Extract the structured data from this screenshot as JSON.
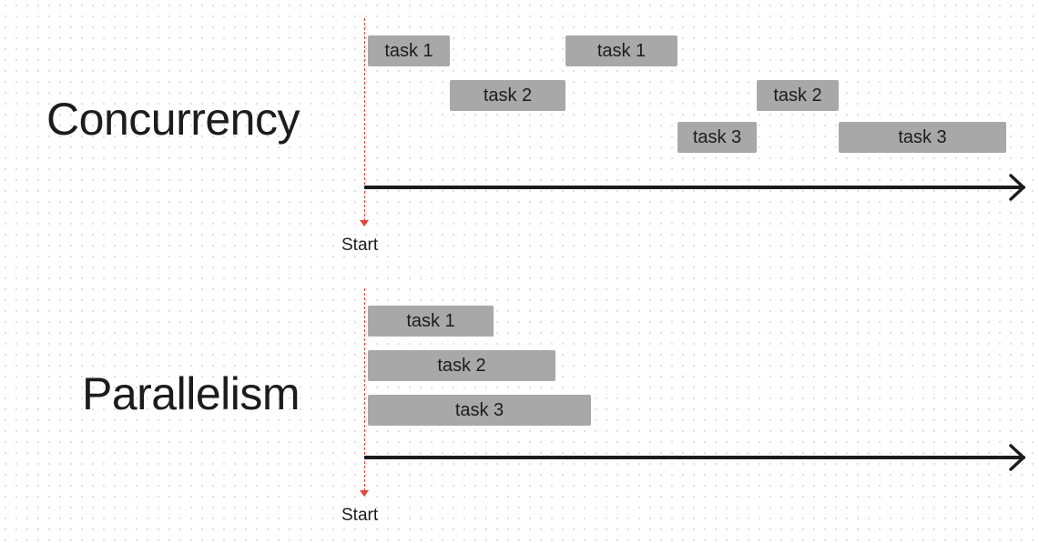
{
  "concurrency": {
    "title": "Concurrency",
    "start_label": "Start",
    "tasks": [
      {
        "label": "task 1"
      },
      {
        "label": "task 1"
      },
      {
        "label": "task 2"
      },
      {
        "label": "task 2"
      },
      {
        "label": "task 3"
      },
      {
        "label": "task 3"
      }
    ]
  },
  "parallelism": {
    "title": "Parallelism",
    "start_label": "Start",
    "tasks": [
      {
        "label": "task 1"
      },
      {
        "label": "task 2"
      },
      {
        "label": "task 3"
      }
    ]
  },
  "colors": {
    "task_fill": "#a8a8a8",
    "start_marker": "#e0473a",
    "axis": "#1c1c1c"
  }
}
